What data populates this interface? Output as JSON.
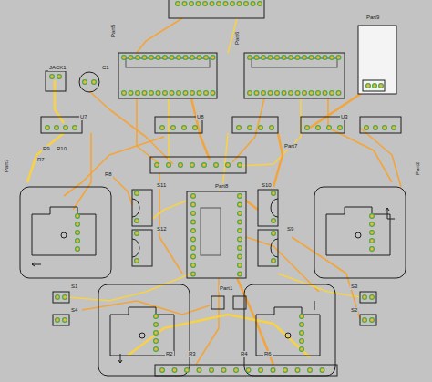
{
  "diagram": {
    "labels": [
      "Part9",
      "Part5",
      "Part6",
      "JACK1",
      "C1",
      "U7",
      "U8",
      "U3",
      "R9",
      "R10",
      "R7",
      "Part7",
      "R8",
      "Part3",
      "Part2",
      "S11",
      "Part8",
      "S10",
      "S12",
      "S9",
      "S1",
      "S4",
      "Part1",
      "S3",
      "S2",
      "R2",
      "R3",
      "R4",
      "R6"
    ]
  }
}
